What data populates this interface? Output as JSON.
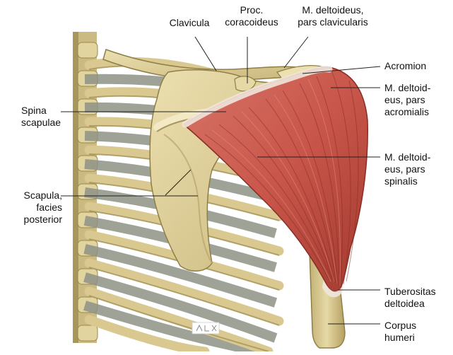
{
  "labels": {
    "clavicula": "Clavicula",
    "proc_coracoideus": "Proc.\ncoracoideus",
    "deltoideus_clavicularis": "M. deltoideus,\npars clavicularis",
    "acromion": "Acromion",
    "deltoideus_acromialis": "M. deltoid-\neus, pars\nacromialis",
    "spina_scapulae": "Spina\nscapulae",
    "deltoideus_spinalis": "M. deltoid-\neus, pars\nspinalis",
    "scapula_facies_posterior": "Scapula,\nfacies\nposterior",
    "tuberositas_deltoidea": "Tuberositas\ndeltoidea",
    "corpus_humeri": "Corpus\nhumeri"
  },
  "colors": {
    "bone": "#dccd96",
    "bone_shadow": "#b6a468",
    "bone_dark": "#8f7f46",
    "cartilage": "#8e9286",
    "muscle": "#c9564a",
    "muscle_light": "#e08a7c",
    "muscle_dark": "#a23a30",
    "tendon": "#efe6dc",
    "leader": "#222222"
  }
}
